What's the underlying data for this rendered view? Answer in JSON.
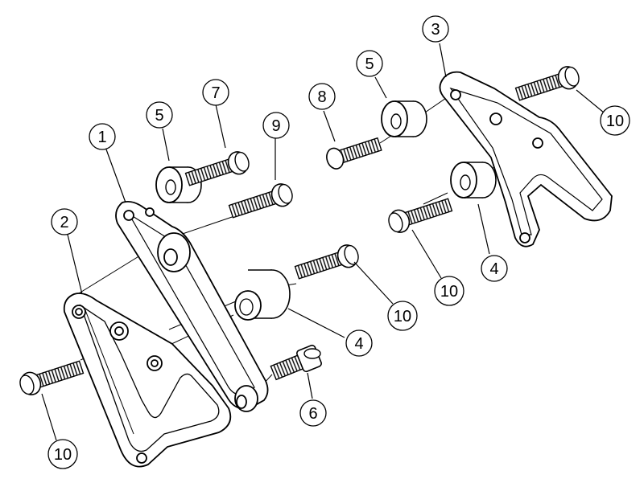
{
  "callouts": {
    "c1": "1",
    "c2": "2",
    "c3": "3",
    "c4a": "4",
    "c4b": "4",
    "c5a": "5",
    "c5b": "5",
    "c6": "6",
    "c7": "7",
    "c8": "8",
    "c9": "9",
    "c10a": "10",
    "c10b": "10",
    "c10c": "10",
    "c10d": "10"
  },
  "colors": {
    "line": "#000000",
    "background": "#ffffff"
  }
}
